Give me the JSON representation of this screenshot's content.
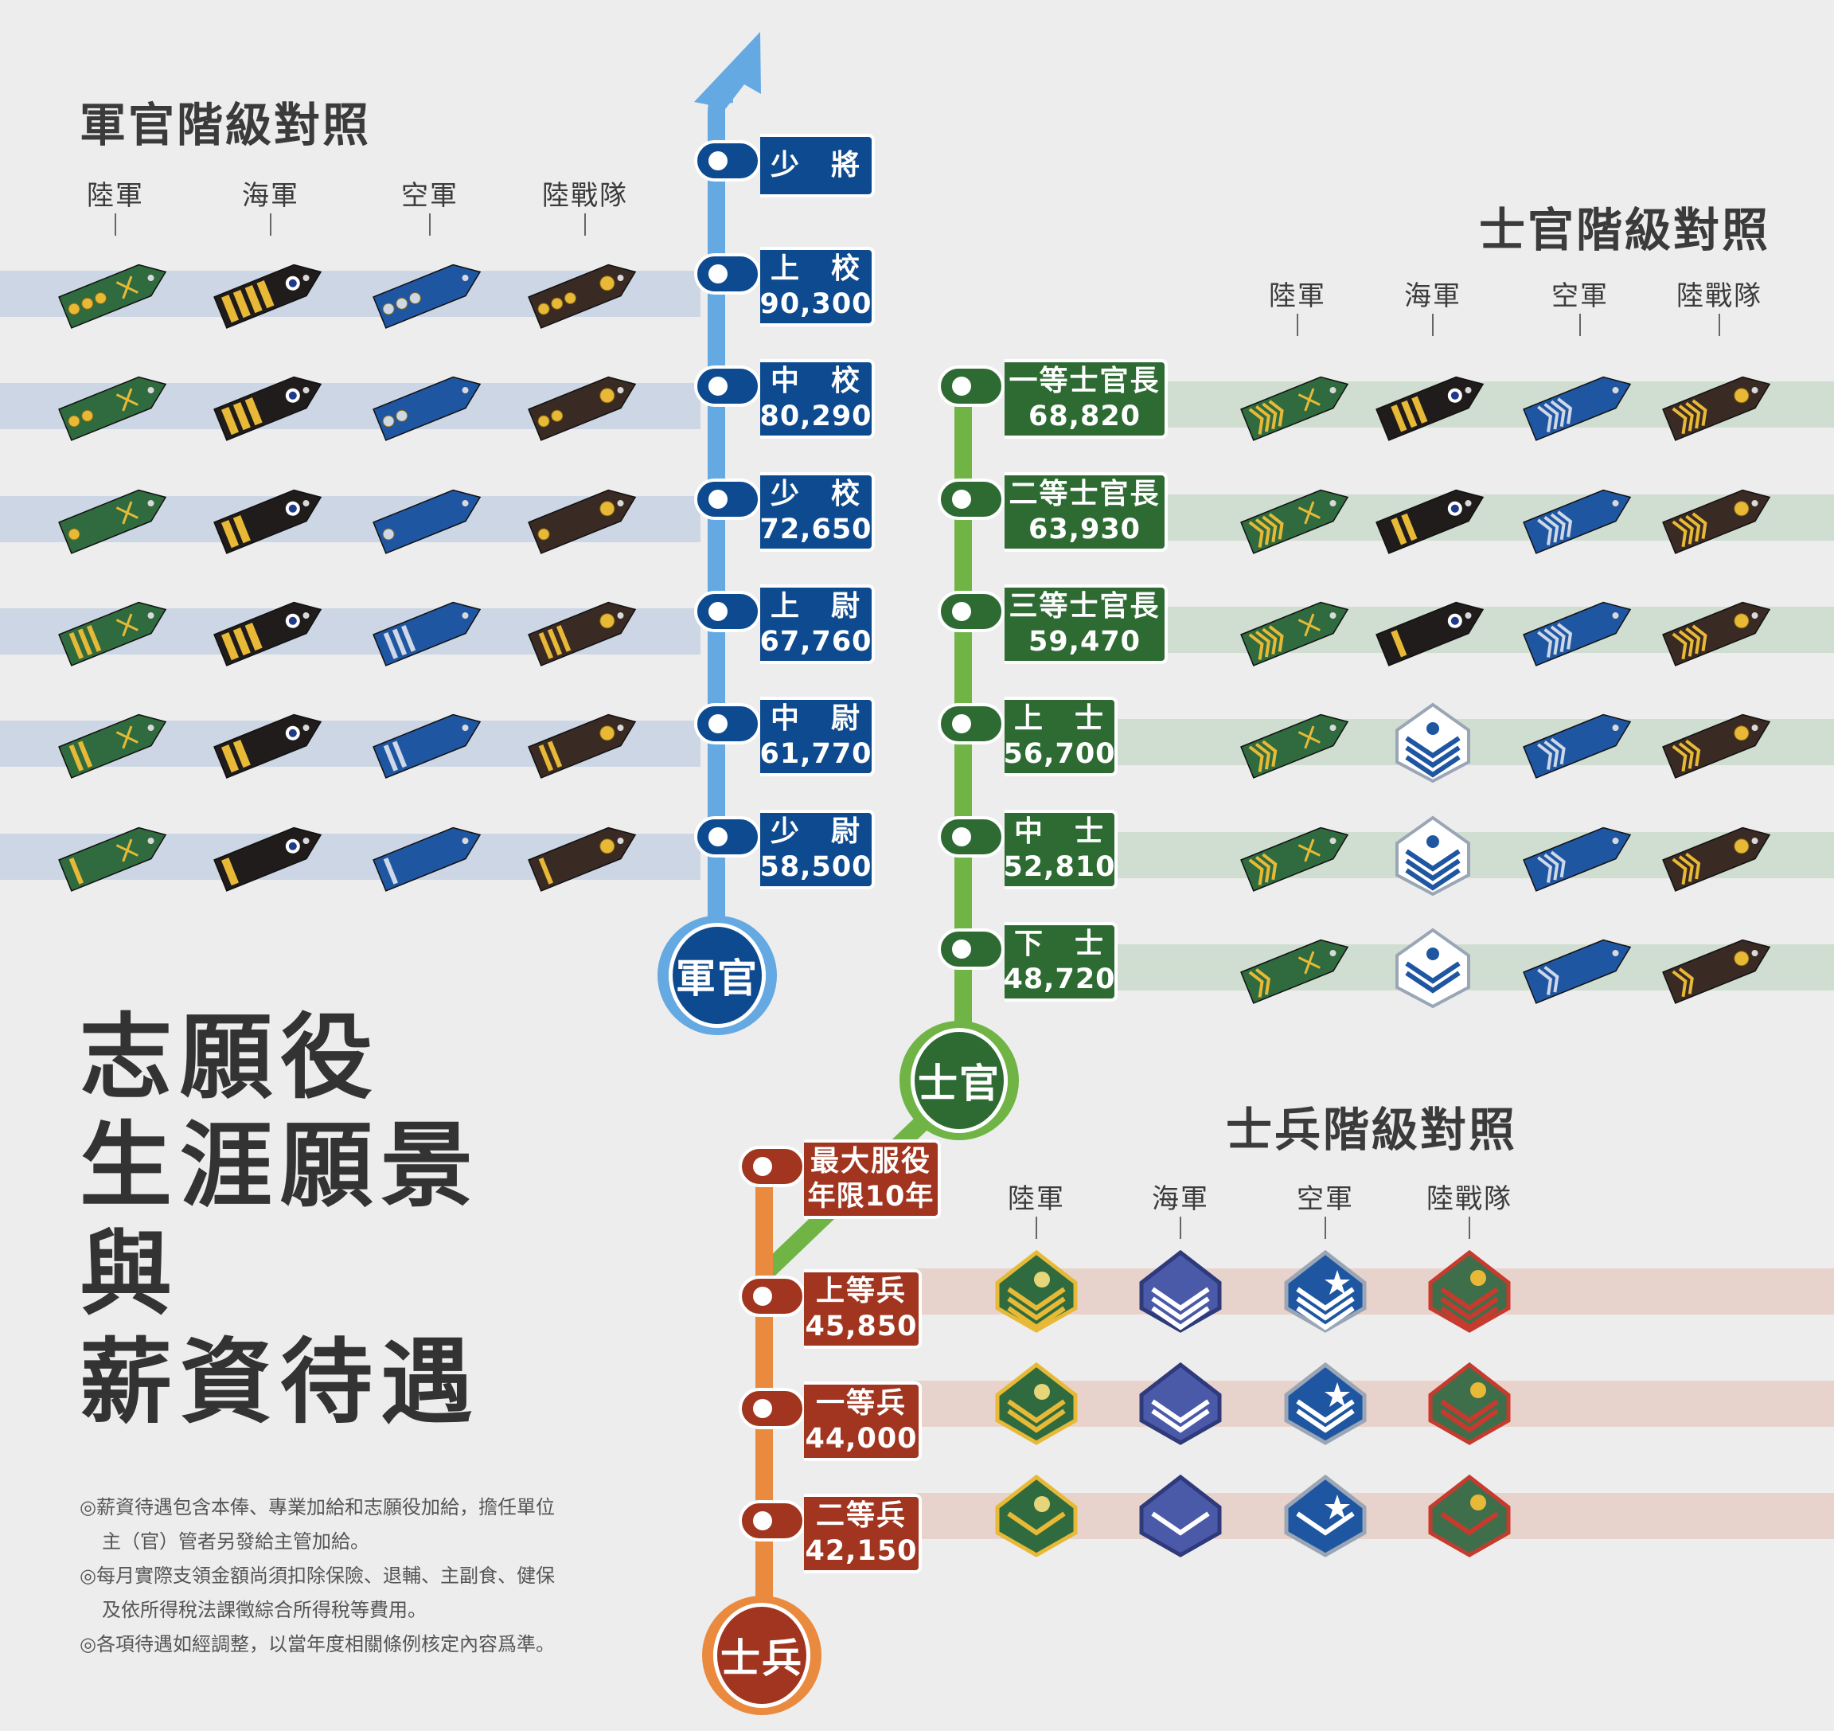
{
  "title": {
    "line1": "志願役",
    "line2": "生涯願景",
    "line3": "與",
    "line4": "薪資待遇"
  },
  "branches": [
    "陸軍",
    "海軍",
    "空軍",
    "陸戰隊"
  ],
  "officer": {
    "heading": "軍官階級對照",
    "bubble": "軍官",
    "color": "#0d4a8f",
    "line_color": "#64a9e1",
    "ranks": [
      {
        "name": "少　將",
        "pay": ""
      },
      {
        "name": "上　校",
        "pay": "90,300"
      },
      {
        "name": "中　校",
        "pay": "80,290"
      },
      {
        "name": "少　校",
        "pay": "72,650"
      },
      {
        "name": "上　尉",
        "pay": "67,760"
      },
      {
        "name": "中　尉",
        "pay": "61,770"
      },
      {
        "name": "少　尉",
        "pay": "58,500"
      }
    ]
  },
  "nco": {
    "heading": "士官階級對照",
    "bubble": "士官",
    "color": "#2d6b32",
    "line_color": "#6fb445",
    "ranks": [
      {
        "name": "一等士官長",
        "pay": "68,820"
      },
      {
        "name": "二等士官長",
        "pay": "63,930"
      },
      {
        "name": "三等士官長",
        "pay": "59,470"
      },
      {
        "name": "上　士",
        "pay": "56,700"
      },
      {
        "name": "中　士",
        "pay": "52,810"
      },
      {
        "name": "下　士",
        "pay": "48,720"
      }
    ]
  },
  "enlisted": {
    "heading": "士兵階級對照",
    "bubble": "士兵",
    "color": "#a1351f",
    "line_color": "#ea8a3f",
    "service_limit": {
      "line1": "最大服役",
      "line2": "年限10年"
    },
    "ranks": [
      {
        "name": "上等兵",
        "pay": "45,850"
      },
      {
        "name": "一等兵",
        "pay": "44,000"
      },
      {
        "name": "二等兵",
        "pay": "42,150"
      }
    ]
  },
  "notes": {
    "n1a": "◎薪資待遇包含本俸、專業加給和志願役加給，擔任單位",
    "n1b": "主（官）管者另發給主管加給。",
    "n2a": "◎每月實際支領金額尚須扣除保險、退輔、主副食、健保",
    "n2b": "及依所得稅法課徵綜合所得稅等費用。",
    "n3": "◎各項待遇如經調整，以當年度相關條例核定內容爲準。"
  },
  "colors": {
    "army": "#2f6b3e",
    "navy": "#1f1c1b",
    "airforce": "#1f56a2",
    "marine": "#3a2a24",
    "gold": "#e7b937",
    "enlisted_navy": "#4a59a8",
    "enlisted_marine": "#c73a2e"
  }
}
